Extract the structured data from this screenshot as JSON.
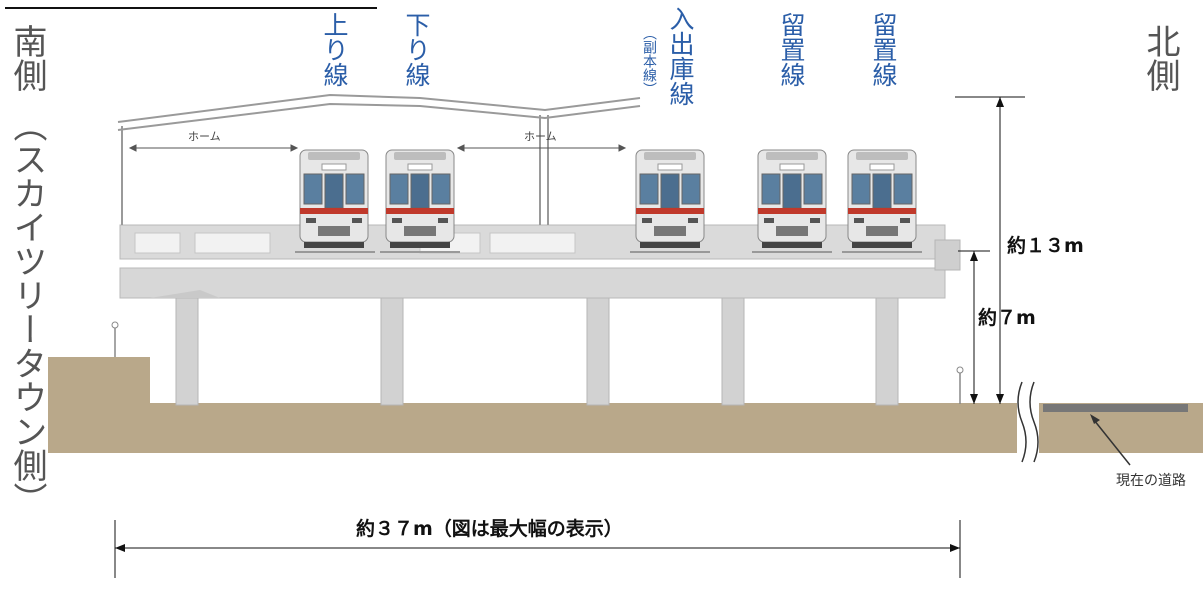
{
  "labels": {
    "south": "南側",
    "skytree": "（スカイツリータウン側）",
    "north": "北側",
    "up_line": "上り線",
    "down_line": "下り線",
    "depot_sub": "（副本線）",
    "depot_line": "入出庫線",
    "siding1": "留置線",
    "siding2": "留置線",
    "platform1": "ホーム",
    "platform2": "ホーム",
    "height_total": "約１３m",
    "height_deck": "約７m",
    "width": "約３７m（図は最大幅の表示）",
    "road": "現在の道路"
  },
  "colors": {
    "track_label": "#2b5ea8",
    "ground": "#b9a88a",
    "structure": "#d7d7d7",
    "train_body": "#e7e7e7",
    "train_stripe": "#c0392b"
  },
  "trains": [
    {
      "name": "train-up-line"
    },
    {
      "name": "train-down-line"
    },
    {
      "name": "train-depot-line"
    },
    {
      "name": "train-siding-1"
    },
    {
      "name": "train-siding-2"
    }
  ]
}
